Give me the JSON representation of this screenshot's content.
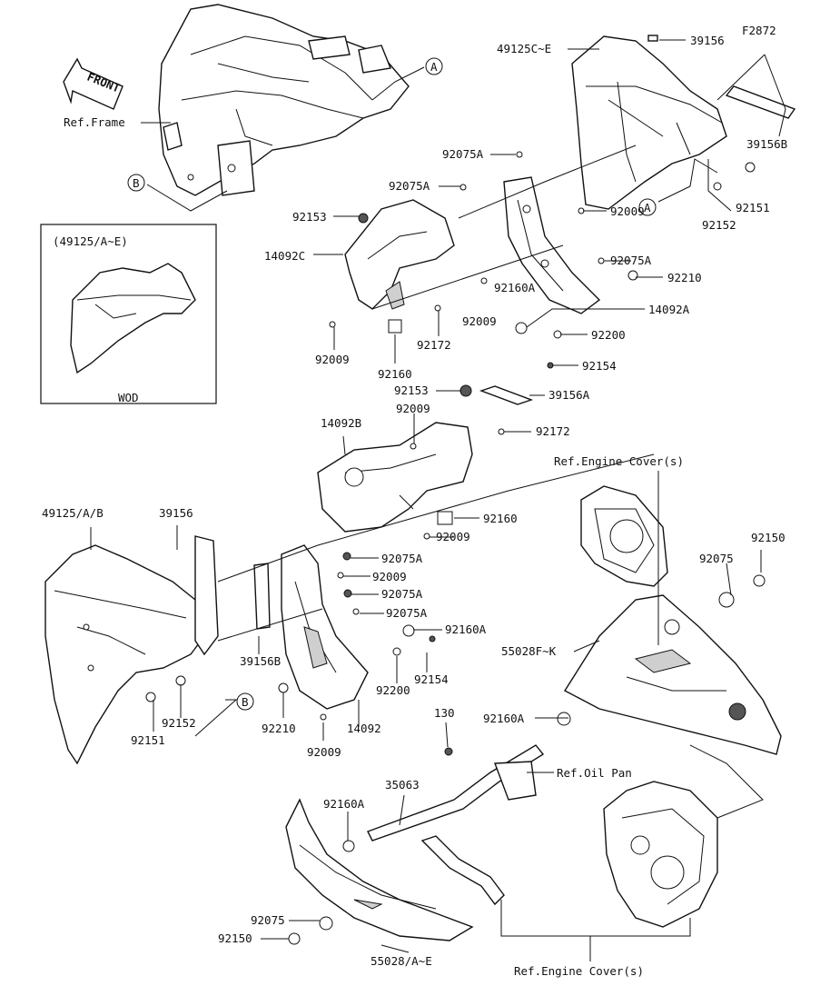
{
  "diagram": {
    "code": "F2872",
    "front_label": "FRONT",
    "wod_box": {
      "title": "(49125/A~E)",
      "caption": "WOD"
    },
    "labels": [
      {
        "id": "ref-frame",
        "text": "Ref.Frame"
      },
      {
        "id": "callout-a-top",
        "text": "A"
      },
      {
        "id": "callout-b-top",
        "text": "B"
      },
      {
        "id": "p39156-top",
        "text": "39156"
      },
      {
        "id": "p49125c",
        "text": "49125C~E"
      },
      {
        "id": "p39156b-top",
        "text": "39156B"
      },
      {
        "id": "p92075a-1",
        "text": "92075A"
      },
      {
        "id": "p92075a-2",
        "text": "92075A"
      },
      {
        "id": "p92153-1",
        "text": "92153"
      },
      {
        "id": "p14092c",
        "text": "14092C"
      },
      {
        "id": "callout-a-mid",
        "text": "A"
      },
      {
        "id": "p92152-top",
        "text": "92152"
      },
      {
        "id": "p92151-top",
        "text": "92151"
      },
      {
        "id": "p92009-1",
        "text": "92009"
      },
      {
        "id": "p92075a-3",
        "text": "92075A"
      },
      {
        "id": "p92210-top",
        "text": "92210"
      },
      {
        "id": "p92160a-1",
        "text": "92160A"
      },
      {
        "id": "p92009-2",
        "text": "92009"
      },
      {
        "id": "p14092a",
        "text": "14092A"
      },
      {
        "id": "p92009-3",
        "text": "92009"
      },
      {
        "id": "p92172-1",
        "text": "92172"
      },
      {
        "id": "p92160-1",
        "text": "92160"
      },
      {
        "id": "p92200-top",
        "text": "92200"
      },
      {
        "id": "p92154-top",
        "text": "92154"
      },
      {
        "id": "p92153-2",
        "text": "92153"
      },
      {
        "id": "p39156a",
        "text": "39156A"
      },
      {
        "id": "p92009-4",
        "text": "92009"
      },
      {
        "id": "p14092b",
        "text": "14092B"
      },
      {
        "id": "p92172-2",
        "text": "92172"
      },
      {
        "id": "ref-engine-cover-1",
        "text": "Ref.Engine Cover(s)"
      },
      {
        "id": "p92160-2",
        "text": "92160"
      },
      {
        "id": "p92009-5",
        "text": "92009"
      },
      {
        "id": "p49125ab",
        "text": "49125/A/B"
      },
      {
        "id": "p39156-mid",
        "text": "39156"
      },
      {
        "id": "p92150-right",
        "text": "92150"
      },
      {
        "id": "p92075-right",
        "text": "92075"
      },
      {
        "id": "p92075a-4",
        "text": "92075A"
      },
      {
        "id": "p92009-6",
        "text": "92009"
      },
      {
        "id": "p92075a-5",
        "text": "92075A"
      },
      {
        "id": "p92075a-6",
        "text": "92075A"
      },
      {
        "id": "p92160a-2",
        "text": "92160A"
      },
      {
        "id": "p55028fk",
        "text": "55028F~K"
      },
      {
        "id": "p39156b-mid",
        "text": "39156B"
      },
      {
        "id": "p92154-mid",
        "text": "92154"
      },
      {
        "id": "p92200-mid",
        "text": "92200"
      },
      {
        "id": "p92152-mid",
        "text": "92152"
      },
      {
        "id": "callout-b-mid",
        "text": "B"
      },
      {
        "id": "p92151-mid",
        "text": "92151"
      },
      {
        "id": "p92210-mid",
        "text": "92210"
      },
      {
        "id": "p14092",
        "text": "14092"
      },
      {
        "id": "p92009-7",
        "text": "92009"
      },
      {
        "id": "p130",
        "text": "130"
      },
      {
        "id": "p92160a-3",
        "text": "92160A"
      },
      {
        "id": "ref-oil-pan",
        "text": "Ref.Oil Pan"
      },
      {
        "id": "p35063",
        "text": "35063"
      },
      {
        "id": "p92160a-4",
        "text": "92160A"
      },
      {
        "id": "p92075-bottom",
        "text": "92075"
      },
      {
        "id": "p92150-bottom",
        "text": "92150"
      },
      {
        "id": "p55028ae",
        "text": "55028/A~E"
      },
      {
        "id": "ref-engine-cover-2",
        "text": "Ref.Engine Cover(s)"
      }
    ]
  }
}
